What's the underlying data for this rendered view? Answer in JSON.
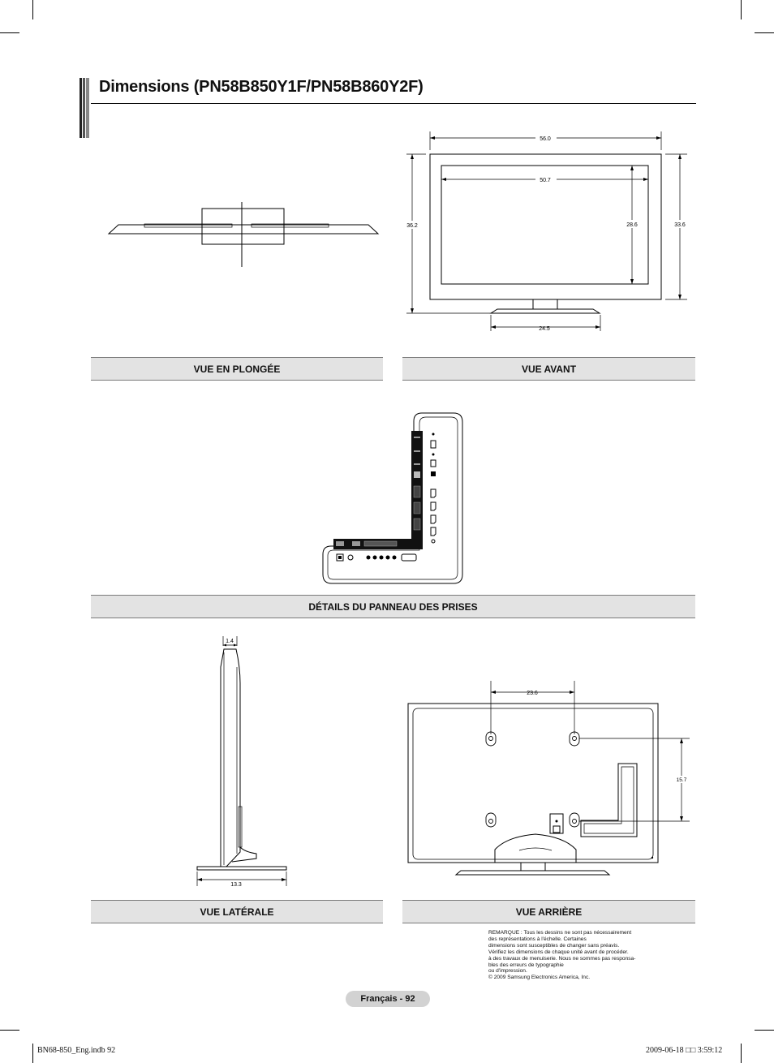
{
  "page": {
    "title": "Dimensions (PN58B850Y1F/PN58B860Y2F)",
    "labels": {
      "top_view": "VUE EN PLONGÉE",
      "front_view": "VUE AVANT",
      "jack_panel": "DÉTAILS DU PANNEAU DES PRISES",
      "side_view": "VUE LATÉRALE",
      "rear_view": "VUE ARRIÈRE"
    },
    "dimensions": {
      "front_width": "56.0",
      "screen_width": "50.7",
      "screen_height": "28.6",
      "total_height": "36.2",
      "body_height": "33.6",
      "stand_width": "24.5",
      "side_depth": "1.4",
      "side_base": "13.3",
      "rear_hole_spacing_h": "23.6",
      "rear_hole_spacing_v": "15.7"
    },
    "note_lines": [
      "REMARQUE :  Tous les dessins ne sont pas nécessairement",
      "des représentations à l'échelle.  Certaines",
      "dimensions sont susceptibles de changer sans préavis.",
      "Vérifiez les dimensions de chaque unité avant de procéder.",
      "à des travaux de menuiserie.  Nous ne sommes pas responsa-",
      "bles des erreurs de typographie",
      "ou d'impression.",
      "© 2009 Samsung Electronics America, Inc."
    ],
    "page_number": "Français - 92",
    "footer_left": "BN68-850_Eng.indb   92",
    "footer_right": "2009-06-18   □□ 3:59:12"
  }
}
